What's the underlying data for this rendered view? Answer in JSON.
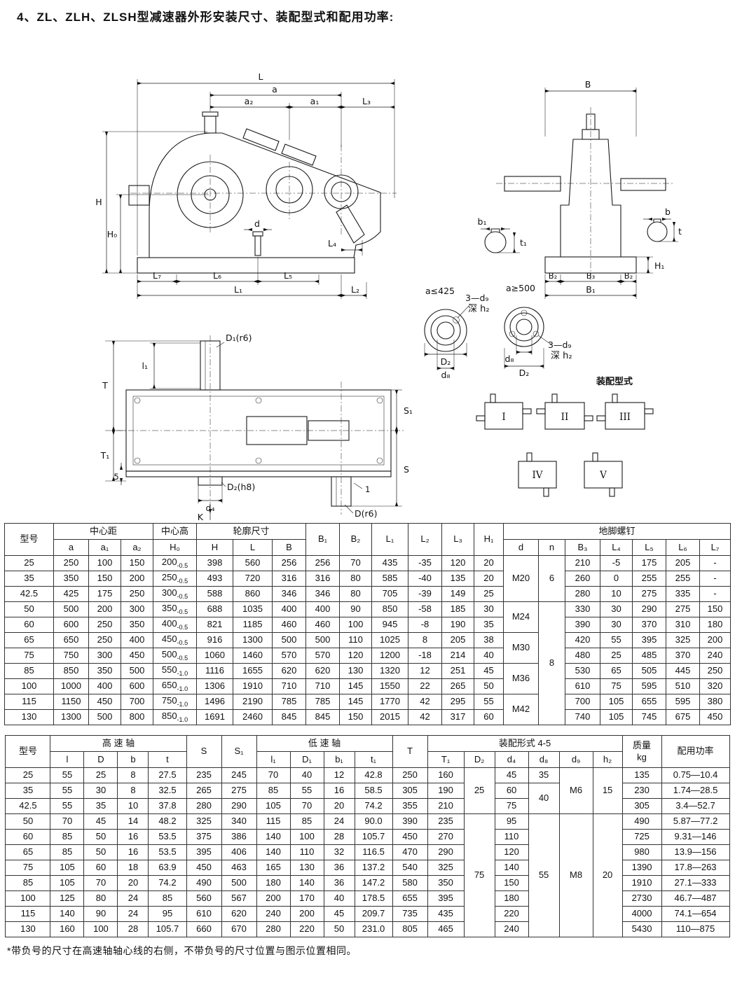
{
  "page": {
    "title": "4、ZL、ZLH、ZLSH型减速器外形安装尺寸、装配型式和配用功率:",
    "footnote": "*带负号的尺寸在高速轴轴心线的右侧，不带负号的尺寸位置与图示位置相同。"
  },
  "drawing": {
    "front": {
      "L": "L",
      "a": "a",
      "a2": "a₂",
      "a1": "a₁",
      "L3": "L₃",
      "H": "H",
      "H0": "H₀",
      "d": "d",
      "L4": "L₄",
      "L7": "L₇",
      "L6": "L₆",
      "L5": "L₅",
      "L1": "L₁",
      "L2": "L₂"
    },
    "side": {
      "B": "B",
      "b1": "b₁",
      "t1": "t₁",
      "b": "b",
      "t": "t",
      "B2a": "B₂",
      "B3": "B₃",
      "B2b": "B₂",
      "B1": "B₁",
      "H1": "H₁"
    },
    "detail_left": {
      "title": "a≤425",
      "bolt": "3—d₉",
      "depth": "深 h₂",
      "D2": "D₂",
      "d8": "d₈"
    },
    "detail_right": {
      "title": "a≥500",
      "bolt": "3—d₉",
      "depth": "深 h₂",
      "d8": "d₈",
      "D2": "D₂"
    },
    "top": {
      "D1": "D₁(r6)",
      "l1": "l₁",
      "T": "T",
      "T1": "T₁",
      "five": "5",
      "S1": "S₁",
      "S": "S",
      "D2h8": "D₂(h8)",
      "d4": "d₄",
      "one": "1",
      "D": "D(r6)",
      "K": "K"
    },
    "assembly": {
      "title": "装配型式",
      "types": [
        "I",
        "II",
        "III",
        "IV",
        "V"
      ]
    }
  },
  "table1": {
    "header": [
      [
        {
          "t": "型号",
          "rs": 2
        },
        {
          "t": "中心距",
          "cs": 3
        },
        {
          "t": "中心高"
        },
        {
          "t": "轮廓尺寸",
          "cs": 3
        },
        {
          "t": "B₁",
          "rs": 2
        },
        {
          "t": "B₂",
          "rs": 2
        },
        {
          "t": "L₁",
          "rs": 2
        },
        {
          "t": "L₂",
          "rs": 2
        },
        {
          "t": "L₃",
          "rs": 2
        },
        {
          "t": "H₁",
          "rs": 2
        },
        {
          "t": "地脚螺钉",
          "cs": 7
        }
      ],
      [
        {
          "t": "a"
        },
        {
          "t": "a₁"
        },
        {
          "t": "a₂"
        },
        {
          "t": "H₀"
        },
        {
          "t": "H"
        },
        {
          "t": "L"
        },
        {
          "t": "B"
        },
        {
          "t": "d"
        },
        {
          "t": "n"
        },
        {
          "t": "B₃"
        },
        {
          "t": "L₄"
        },
        {
          "t": "L₅"
        },
        {
          "t": "L₆"
        },
        {
          "t": "L₇"
        }
      ]
    ],
    "rows": [
      [
        "25",
        "250",
        "100",
        "150",
        {
          "t": "200",
          "sub": "-0.5"
        },
        "398",
        "560",
        "256",
        "256",
        "70",
        "435",
        "-35",
        "120",
        "20",
        {
          "t": "M20",
          "rs": 3
        },
        {
          "t": "6",
          "rs": 3
        },
        "210",
        "-5",
        "175",
        "205",
        "-"
      ],
      [
        "35",
        "350",
        "150",
        "200",
        {
          "t": "250",
          "sub": "-0.5"
        },
        "493",
        "720",
        "316",
        "316",
        "80",
        "585",
        "-40",
        "135",
        "20",
        "260",
        "0",
        "255",
        "255",
        "-"
      ],
      [
        "42.5",
        "425",
        "175",
        "250",
        {
          "t": "300",
          "sub": "-0.5"
        },
        "588",
        "860",
        "346",
        "346",
        "80",
        "705",
        "-39",
        "149",
        "25",
        "280",
        "10",
        "275",
        "335",
        "-"
      ],
      [
        "50",
        "500",
        "200",
        "300",
        {
          "t": "350",
          "sub": "-0.5"
        },
        "688",
        "1035",
        "400",
        "400",
        "90",
        "850",
        "-58",
        "185",
        "30",
        {
          "t": "M24",
          "rs": 2
        },
        {
          "t": "8",
          "rs": 8
        },
        "330",
        "30",
        "290",
        "275",
        "150"
      ],
      [
        "60",
        "600",
        "250",
        "350",
        {
          "t": "400",
          "sub": "-0.5"
        },
        "821",
        "1185",
        "460",
        "460",
        "100",
        "945",
        "-8",
        "190",
        "35",
        "390",
        "30",
        "370",
        "310",
        "180"
      ],
      [
        "65",
        "650",
        "250",
        "400",
        {
          "t": "450",
          "sub": "-0.5"
        },
        "916",
        "1300",
        "500",
        "500",
        "110",
        "1025",
        "8",
        "205",
        "38",
        {
          "t": "M30",
          "rs": 2
        },
        "420",
        "55",
        "395",
        "325",
        "200"
      ],
      [
        "75",
        "750",
        "300",
        "450",
        {
          "t": "500",
          "sub": "-0.5"
        },
        "1060",
        "1460",
        "570",
        "570",
        "120",
        "1200",
        "-18",
        "214",
        "40",
        "480",
        "25",
        "485",
        "370",
        "240"
      ],
      [
        "85",
        "850",
        "350",
        "500",
        {
          "t": "550",
          "sub": "-1.0"
        },
        "1116",
        "1655",
        "620",
        "620",
        "130",
        "1320",
        "12",
        "251",
        "45",
        {
          "t": "M36",
          "rs": 2
        },
        "530",
        "65",
        "505",
        "445",
        "250"
      ],
      [
        "100",
        "1000",
        "400",
        "600",
        {
          "t": "650",
          "sub": "-1.0"
        },
        "1306",
        "1910",
        "710",
        "710",
        "145",
        "1550",
        "22",
        "265",
        "50",
        "610",
        "75",
        "595",
        "510",
        "320"
      ],
      [
        "115",
        "1150",
        "450",
        "700",
        {
          "t": "750",
          "sub": "-1.0"
        },
        "1496",
        "2190",
        "785",
        "785",
        "145",
        "1770",
        "42",
        "295",
        "55",
        {
          "t": "M42",
          "rs": 2
        },
        "700",
        "105",
        "655",
        "595",
        "380"
      ],
      [
        "130",
        "1300",
        "500",
        "800",
        {
          "t": "850",
          "sub": "-1.0"
        },
        "1691",
        "2460",
        "845",
        "845",
        "150",
        "2015",
        "42",
        "317",
        "60",
        "740",
        "105",
        "745",
        "675",
        "450"
      ]
    ]
  },
  "table2": {
    "header": [
      [
        {
          "t": "型号",
          "rs": 2
        },
        {
          "t": "高 速 轴",
          "cs": 4
        },
        {
          "t": "S",
          "rs": 2
        },
        {
          "t": "S₁",
          "rs": 2
        },
        {
          "t": "低 速 轴",
          "cs": 4
        },
        {
          "t": "T",
          "rs": 2
        },
        {
          "t": "装配形式 4-5",
          "cs": 6
        },
        {
          "t": "质量\nkg",
          "rs": 2
        },
        {
          "t": "配用功率",
          "rs": 2
        }
      ],
      [
        {
          "t": "l"
        },
        {
          "t": "D"
        },
        {
          "t": "b"
        },
        {
          "t": "t"
        },
        {
          "t": "l₁"
        },
        {
          "t": "D₁"
        },
        {
          "t": "b₁"
        },
        {
          "t": "t₁"
        },
        {
          "t": "T₁"
        },
        {
          "t": "D₂"
        },
        {
          "t": "d₄"
        },
        {
          "t": "d₈"
        },
        {
          "t": "d₉"
        },
        {
          "t": "h₂"
        }
      ]
    ],
    "rows": [
      [
        "25",
        "55",
        "25",
        "8",
        "27.5",
        "235",
        "245",
        "70",
        "40",
        "12",
        "42.8",
        "250",
        "160",
        {
          "t": "25",
          "rs": 3
        },
        "45",
        "35",
        {
          "t": "M6",
          "rs": 3
        },
        {
          "t": "15",
          "rs": 3
        },
        "135",
        "0.75—10.4"
      ],
      [
        "35",
        "55",
        "30",
        "8",
        "32.5",
        "265",
        "275",
        "85",
        "55",
        "16",
        "58.5",
        "305",
        "190",
        "60",
        {
          "t": "40",
          "rs": 2
        },
        "230",
        "1.74—28.5"
      ],
      [
        "42.5",
        "55",
        "35",
        "10",
        "37.8",
        "280",
        "290",
        "105",
        "70",
        "20",
        "74.2",
        "355",
        "210",
        "75",
        "305",
        "3.4—52.7"
      ],
      [
        "50",
        "70",
        "45",
        "14",
        "48.2",
        "325",
        "340",
        "115",
        "85",
        "24",
        "90.0",
        "390",
        "235",
        {
          "t": "75",
          "rs": 8
        },
        "95",
        {
          "t": "55",
          "rs": 8
        },
        {
          "t": "M8",
          "rs": 8
        },
        {
          "t": "20",
          "rs": 8
        },
        "490",
        "5.87—77.2"
      ],
      [
        "60",
        "85",
        "50",
        "16",
        "53.5",
        "375",
        "386",
        "140",
        "100",
        "28",
        "105.7",
        "450",
        "270",
        "110",
        "725",
        "9.31—146"
      ],
      [
        "65",
        "85",
        "50",
        "16",
        "53.5",
        "395",
        "406",
        "140",
        "110",
        "32",
        "116.5",
        "470",
        "290",
        "120",
        "980",
        "13.9—156"
      ],
      [
        "75",
        "105",
        "60",
        "18",
        "63.9",
        "450",
        "463",
        "165",
        "130",
        "36",
        "137.2",
        "540",
        "325",
        "140",
        "1390",
        "17.8—263"
      ],
      [
        "85",
        "105",
        "70",
        "20",
        "74.2",
        "490",
        "500",
        "180",
        "140",
        "36",
        "147.2",
        "580",
        "350",
        "150",
        "1910",
        "27.1—333"
      ],
      [
        "100",
        "125",
        "80",
        "24",
        "85",
        "560",
        "567",
        "200",
        "170",
        "40",
        "178.5",
        "655",
        "395",
        "180",
        "2730",
        "46.7—487"
      ],
      [
        "115",
        "140",
        "90",
        "24",
        "95",
        "610",
        "620",
        "240",
        "200",
        "45",
        "209.7",
        "735",
        "435",
        "220",
        "4000",
        "74.1—654"
      ],
      [
        "130",
        "160",
        "100",
        "28",
        "105.7",
        "660",
        "670",
        "280",
        "220",
        "50",
        "231.0",
        "805",
        "465",
        "240",
        "5430",
        "110—875"
      ]
    ]
  }
}
